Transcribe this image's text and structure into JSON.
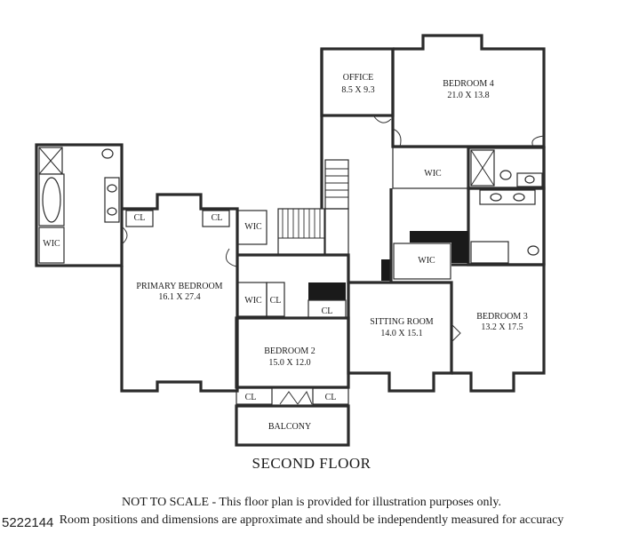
{
  "floor_title": "SECOND FLOOR",
  "disclaimer_line1": "NOT TO SCALE - This floor plan is provided for illustration purposes only.",
  "disclaimer_line2": "Room positions and dimensions are approximate and should be independently measured for accuracy",
  "listing_id": "5222144",
  "rooms": {
    "office": {
      "name": "OFFICE",
      "dims": "8.5 X 9.3"
    },
    "bedroom4": {
      "name": "BEDROOM 4",
      "dims": "21.0 X 13.8"
    },
    "primary_bedroom": {
      "name": "PRIMARY BEDROOM",
      "dims": "16.1 X 27.4"
    },
    "bedroom2": {
      "name": "BEDROOM 2",
      "dims": "15.0 X 12.0"
    },
    "sitting_room": {
      "name": "SITTING ROOM",
      "dims": "14.0 X 15.1"
    },
    "bedroom3": {
      "name": "BEDROOM 3",
      "dims": "13.2 X 17.5"
    },
    "balcony": {
      "name": "BALCONY"
    }
  },
  "small_labels": {
    "wic": "WIC",
    "cl": "CL"
  }
}
